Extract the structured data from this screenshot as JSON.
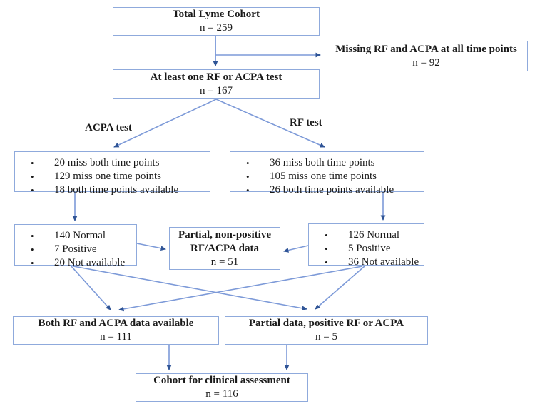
{
  "diagram": {
    "title": "Lyme cohort RF/ACPA testing flowchart",
    "boxes": {
      "total": {
        "title": "Total Lyme Cohort",
        "n": "n = 259"
      },
      "missing": {
        "title": "Missing RF and ACPA at all time points",
        "n": "n = 92"
      },
      "at_least_one": {
        "title": "At least one RF or ACPA test",
        "n": "n = 167"
      },
      "acpa_missingness": {
        "items": [
          "20 miss both time points",
          "129 miss one time points",
          "18 both time points available"
        ]
      },
      "rf_missingness": {
        "items": [
          "36 miss both time points",
          "105 miss one time points",
          "26 both time points available"
        ]
      },
      "acpa_results": {
        "items": [
          "140 Normal",
          "7 Positive",
          "20 Not available"
        ]
      },
      "partial_nonpositive": {
        "title_line1": "Partial, non-positive",
        "title_line2": "RF/ACPA data",
        "n": "n = 51"
      },
      "rf_results": {
        "items": [
          "126 Normal",
          "5 Positive",
          "36 Not available"
        ]
      },
      "both_available": {
        "title": "Both RF and ACPA data available",
        "n": "n = 111"
      },
      "partial_positive": {
        "title": "Partial data, positive RF or ACPA",
        "n": "n = 5"
      },
      "final": {
        "title": "Cohort for clinical assessment",
        "n": "n = 116"
      }
    },
    "labels": {
      "acpa_branch": "ACPA test",
      "rf_branch": "RF test"
    },
    "colors": {
      "box_border": "#8faadc",
      "line": "#7d9ad8",
      "arrowhead": "#2f5496",
      "background": "#ffffff",
      "text": "#1a1a1a"
    }
  }
}
